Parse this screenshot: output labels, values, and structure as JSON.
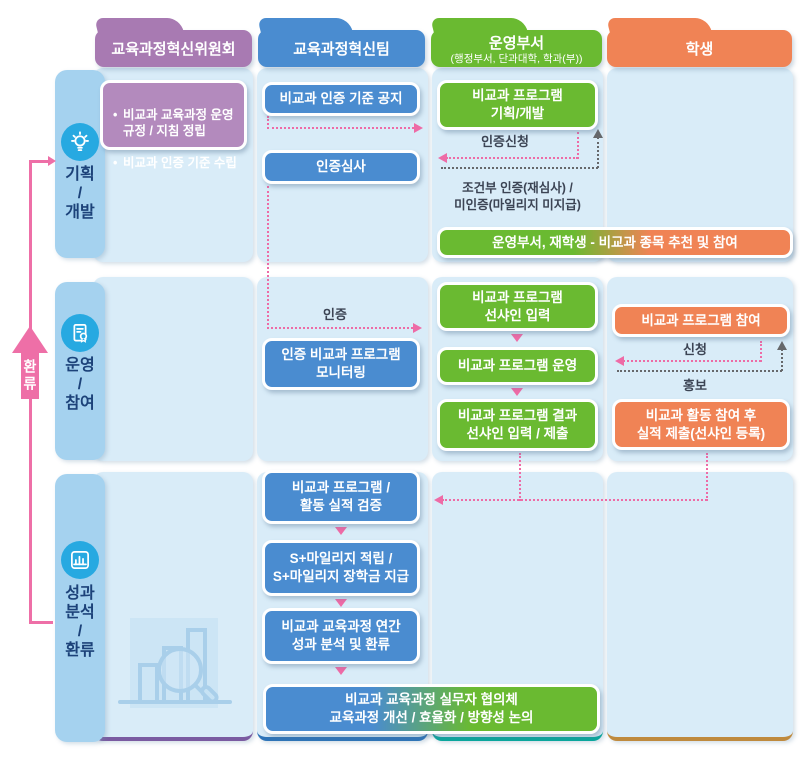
{
  "columns": [
    {
      "label": "교육과정혁신위원회",
      "color": "#a87ab2"
    },
    {
      "label": "교육과정혁신팀",
      "color": "#4a8cd0"
    },
    {
      "label": "운영부서",
      "sublabel": "(행정부서, 단과대학, 학과(부))",
      "color": "#6aba31"
    },
    {
      "label": "학생",
      "color": "#f08355"
    }
  ],
  "phases": [
    {
      "label": "기획\n/\n개발",
      "icon": "lightbulb-icon"
    },
    {
      "label": "운영\n/\n참여",
      "icon": "certificate-icon"
    },
    {
      "label": "성과\n분석\n/\n환류",
      "icon": "bar-chart-icon"
    }
  ],
  "feedback_label": "환류",
  "committee_tasks": [
    "비교과 교육과정 운영\n규정 / 지침 정립",
    "비교과 인증 기준 수립"
  ],
  "boxes": {
    "notice": "비교과 인증 기준 공지",
    "review": "인증심사",
    "monitor": "인증 비교과 프로그램\n모니터링",
    "verify": "비교과 프로그램 /\n활동 실적 검증",
    "mileage": "S+마일리지 적립 /\nS+마일리지 장학금 지급",
    "annual": "비교과 교육과정 연간\n성과 분석 및 환류",
    "council": "비교과 교육과정 실무자 협의체\n교육과정 개선 / 효율화 / 방향성 논의",
    "plan_dev": "비교과 프로그램\n기획/개발",
    "recommend": "운영부서, 재학생 - 비교과 종목 추천 및 참여",
    "sunshine_input": "비교과 프로그램\n선샤인 입력",
    "operate": "비교과 프로그램 운영",
    "result_submit": "비교과 프로그램 결과\n선샤인 입력 / 제출",
    "participate": "비교과 프로그램 참여",
    "activity_submit": "비교과 활동 참여 후\n실적 제출(선샤인 등록)"
  },
  "flow_labels": {
    "cert_apply": "인증신청",
    "conditional": "조건부 인증(재심사) /\n미인증(마일리지 미지급)",
    "cert": "인증",
    "apply": "신청",
    "promote": "홍보"
  },
  "colors": {
    "pink_arrow": "#ee6fa7",
    "gray_arrow": "#66686b",
    "panel": "#d9ecf8",
    "strip": "#a5d2ef",
    "icon_circle": "#27a9e1",
    "purple": "#a87ab2",
    "blue": "#4a8cd0",
    "green": "#6aba31",
    "orange": "#f08355"
  }
}
